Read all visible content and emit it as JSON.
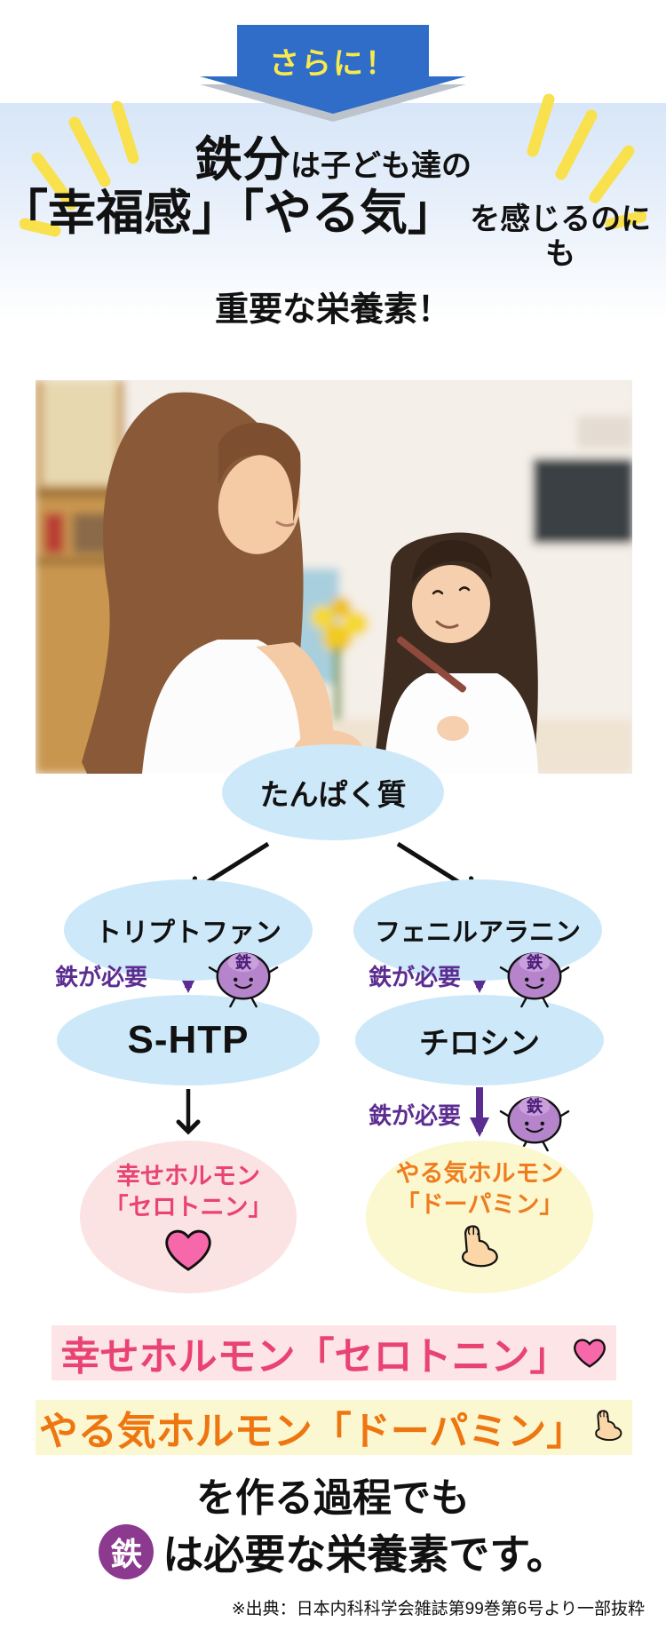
{
  "banner": {
    "label": "さらに！"
  },
  "headline": {
    "line1_emphasis": "鉄分",
    "line1_rest": "は子ども達の",
    "line2_emphasis": "「幸福感」「やる気」",
    "line2_rest": "を感じるのにも",
    "line3": "重要な栄養素！"
  },
  "diagram": {
    "root_label": "たんぱく質",
    "iron_need_label": "鉄が必要",
    "mascot_label": "鉄",
    "left": {
      "step1": "トリプトファン",
      "step2": "S-HTP",
      "result_line1": "幸せホルモン",
      "result_line2": "「セロトニン」"
    },
    "right": {
      "step1": "フェニルアラニン",
      "step2": "チロシン",
      "result_line1": "やる気ホルモン",
      "result_line2": "「ドーパミン」"
    }
  },
  "summary": {
    "serotonin_line": "幸せホルモン「セロトニン」",
    "dopamine_line": "やる気ホルモン「ドーパミン」",
    "process_line": "を作る過程でも",
    "iron_badge": "鉄",
    "conclusion": "は必要な栄養素です。",
    "footnote": "※出典：日本内科科学会雑誌第99巻第6号より一部抜粋"
  },
  "colors": {
    "banner_blue": "#2f6dc9",
    "banner_text_yellow": "#f7e94e",
    "sparkle_yellow": "#f9e14e",
    "node_blue": "#cde9f9",
    "iron_purple": "#5c2d91",
    "mascot_purple": "#b584cb",
    "serotonin_bg_pink": "#fce3e3",
    "serotonin_text_pink": "#e94372",
    "heart_pink": "#f768ab",
    "dopamine_bg_yellow": "#fbf8d0",
    "dopamine_text_orange": "#ee7611",
    "iron_badge_purple": "#8c3a90",
    "muscle_skin": "#fbd7a8"
  }
}
